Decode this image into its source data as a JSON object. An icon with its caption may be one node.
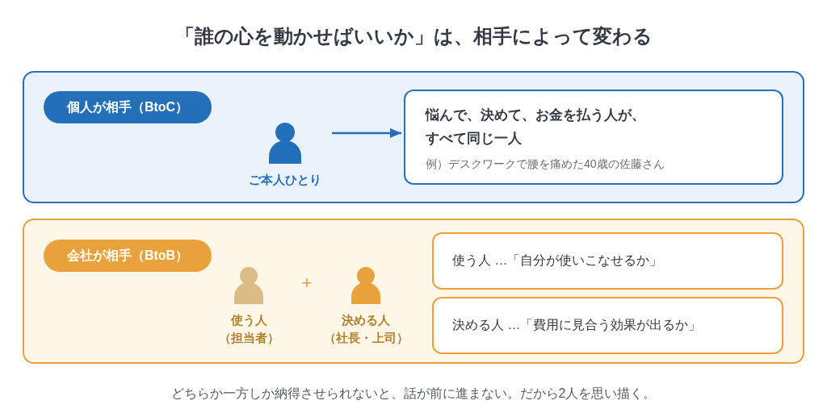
{
  "diagram": {
    "title": "「誰の心を動かせばいいか」は、相手によって変わる",
    "caption": "どちらか一方しか納得させられないと、話が前に進まない。だから2人を思い描く。",
    "nodes": [
      {
        "text": [],
        "shape": "box"
      },
      {
        "text": [
          "個人が相手（BtoC）"
        ],
        "in": 0
      },
      {
        "text": [],
        "shape": "person",
        "in": 0,
        "beside": [
          "ご本人ひとり"
        ]
      },
      {
        "text": [
          "悩んで、決めて、お金を払う人が、すべて同じ一人",
          "例）デスクワークで腰を痛めた40歳の佐藤さん"
        ],
        "in": 0
      },
      {
        "text": [],
        "shape": "box"
      },
      {
        "text": [
          "会社が相手（BtoB）"
        ],
        "in": 4
      },
      {
        "text": [],
        "shape": "person",
        "in": 4,
        "beside": [
          "使う人",
          "（担当者）"
        ]
      },
      {
        "text": [],
        "shape": "person",
        "in": 4,
        "beside": [
          "決める人",
          "（社長・上司）"
        ]
      },
      {
        "text": [
          "使う人 …「自分が使いこなせるか」"
        ],
        "in": 4
      },
      {
        "text": [
          "決める人 …「費用に見合う効果が出るか」"
        ],
        "in": 4
      }
    ],
    "edges": [
      {
        "from": 2,
        "to": 3,
        "arrow": "to"
      }
    ],
    "labels": [
      "+"
    ]
  }
}
